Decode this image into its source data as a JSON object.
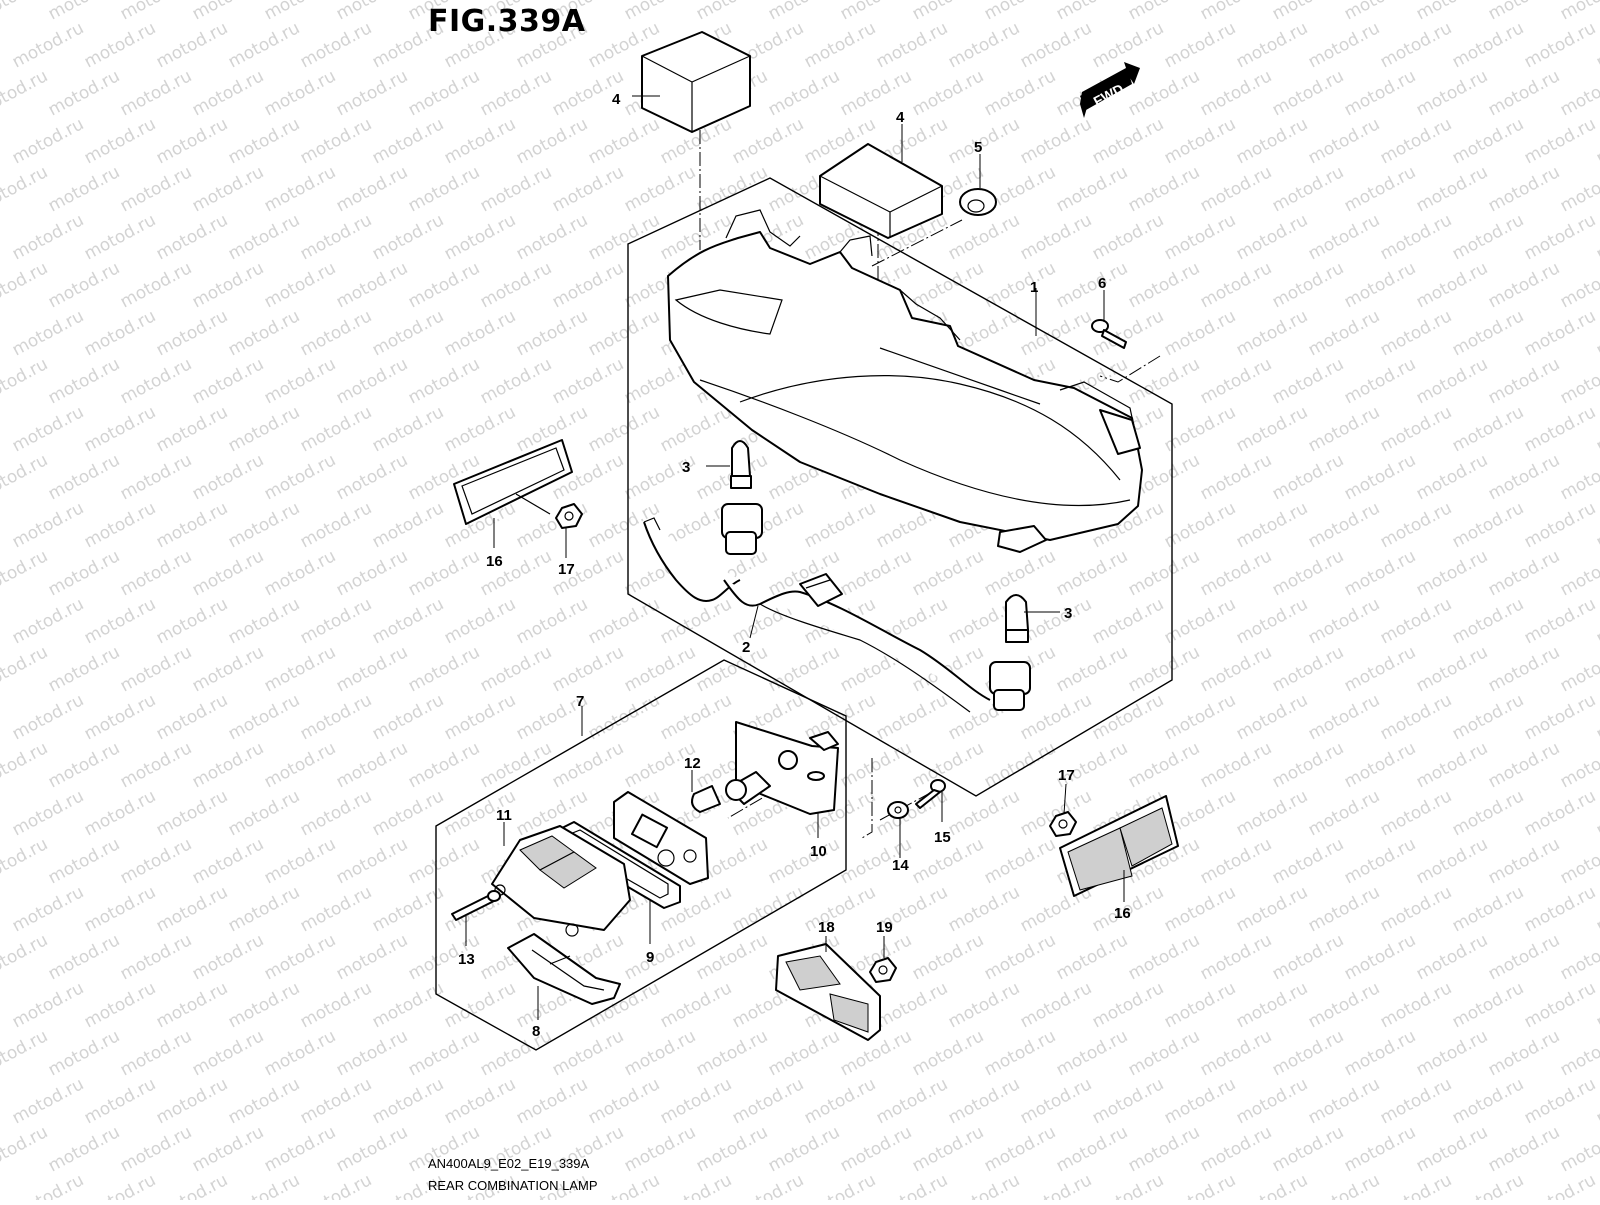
{
  "figure": {
    "title": "FIG.339A",
    "code": "AN400AL9_E02_E19_339A",
    "description": "REAR COMBINATION LAMP",
    "direction_label": "FWD",
    "watermark": "motod.ru"
  },
  "callouts": {
    "c1": "1",
    "c2": "2",
    "c3a": "3",
    "c3b": "3",
    "c4a": "4",
    "c4b": "4",
    "c5": "5",
    "c6": "6",
    "c7": "7",
    "c8": "8",
    "c9": "9",
    "c10": "10",
    "c11": "11",
    "c12": "12",
    "c13": "13",
    "c14": "14",
    "c15": "15",
    "c16a": "16",
    "c16b": "16",
    "c17a": "17",
    "c17b": "17",
    "c18": "18",
    "c19": "19"
  }
}
